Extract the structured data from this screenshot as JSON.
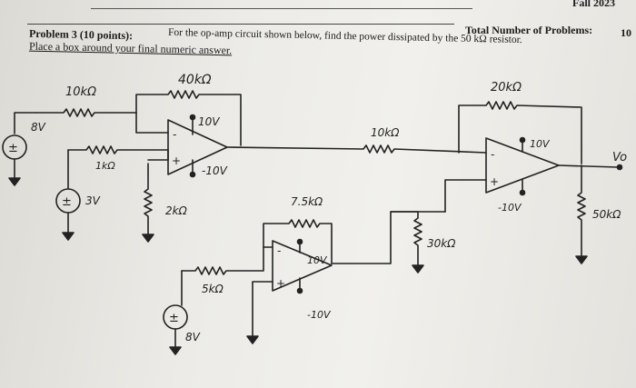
{
  "header": {
    "corner_text": "Fall 2023",
    "total_label": "Total Number of Problems:",
    "total_value": "10",
    "problem_label": "Problem 3 (10 points):",
    "problem_text": "For the op-amp circuit shown below, find the power dissipated by the 50 kΩ resistor.",
    "instruction": "Place a box around your final numeric answer."
  },
  "circuit": {
    "labels": {
      "r_10k_in": "10kΩ",
      "r_40k_fb": "40kΩ",
      "r_20k_fb": "20kΩ",
      "r_10k_mid": "10kΩ",
      "r_1k": "1kΩ",
      "r_2k": "2kΩ",
      "r_7_5k": "7.5kΩ",
      "r_5k": "5kΩ",
      "r_30k": "30kΩ",
      "r_50k": "50kΩ",
      "src_8v_left": "8V",
      "src_3v": "3V",
      "src_8v_bottom": "8V",
      "vo": "Vo"
    },
    "rails": {
      "opamp1_pos": "10V",
      "opamp1_neg": "-10V",
      "opamp2_pos": "10V",
      "opamp2_neg": "-10V",
      "opamp3_pos": "10V",
      "opamp3_neg": "-10V"
    },
    "signs": {
      "minus": "-",
      "plus": "+",
      "pm": "±"
    }
  }
}
